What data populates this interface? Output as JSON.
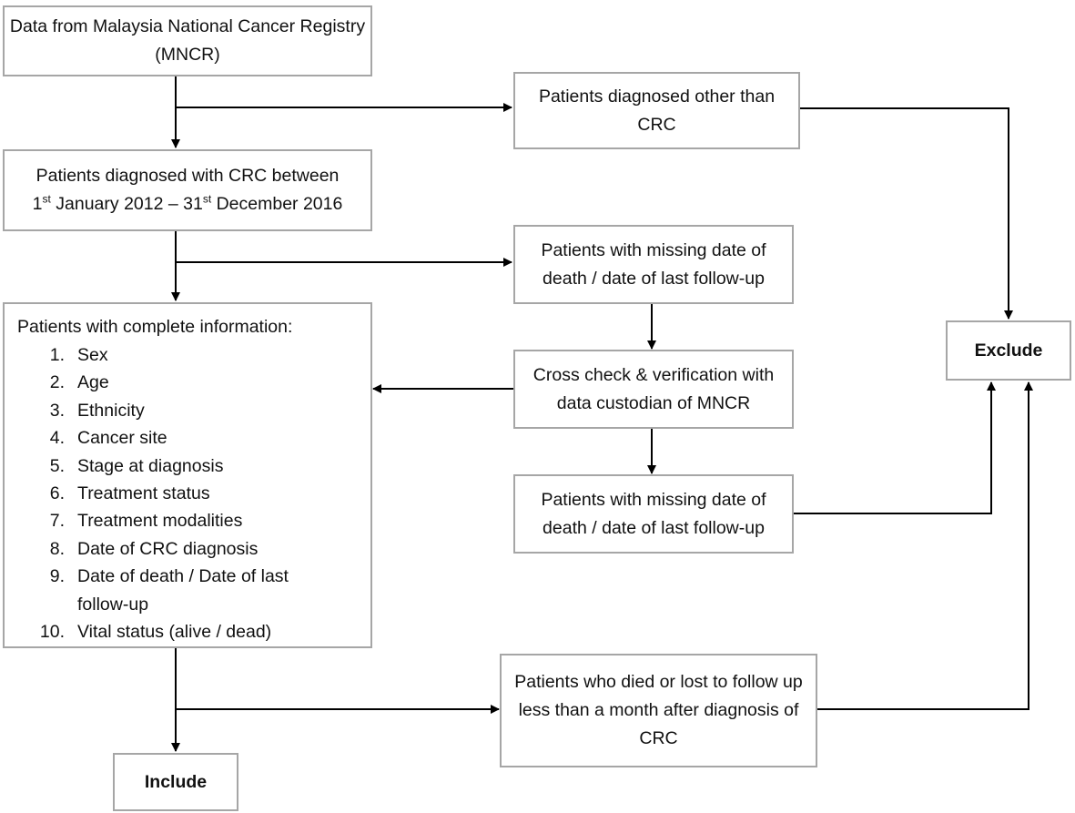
{
  "boxes": {
    "mncr": "Data from Malaysia National Cancer Registry (MNCR)",
    "other_than_crc": "Patients diagnosed other than CRC",
    "crc_line1": "Patients diagnosed with CRC between",
    "crc_d1": "1",
    "crc_sup1": "st",
    "crc_m1": " January 2012 – 31",
    "crc_sup2": "st",
    "crc_end": " December 2016",
    "missing_1": "Patients with missing date of death / date of last follow-up",
    "complete_title": "Patients with complete information:",
    "complete_items": [
      {
        "n": "1.",
        "t": "Sex"
      },
      {
        "n": "2.",
        "t": "Age"
      },
      {
        "n": "3.",
        "t": "Ethnicity"
      },
      {
        "n": "4.",
        "t": "Cancer site"
      },
      {
        "n": "5.",
        "t": "Stage at diagnosis"
      },
      {
        "n": "6.",
        "t": "Treatment status"
      },
      {
        "n": "7.",
        "t": "Treatment modalities"
      },
      {
        "n": "8.",
        "t": "Date of CRC diagnosis"
      },
      {
        "n": "9.",
        "t": "Date of death / Date of last follow-up"
      },
      {
        "n": "10.",
        "t": "Vital status (alive / dead)"
      }
    ],
    "cross_check": "Cross check & verification with data custodian of MNCR",
    "missing_2": "Patients with missing date of death / date of last follow-up",
    "died_lost": "Patients who died or lost to follow up less than a month after diagnosis of CRC",
    "exclude": "Exclude",
    "include": "Include"
  }
}
